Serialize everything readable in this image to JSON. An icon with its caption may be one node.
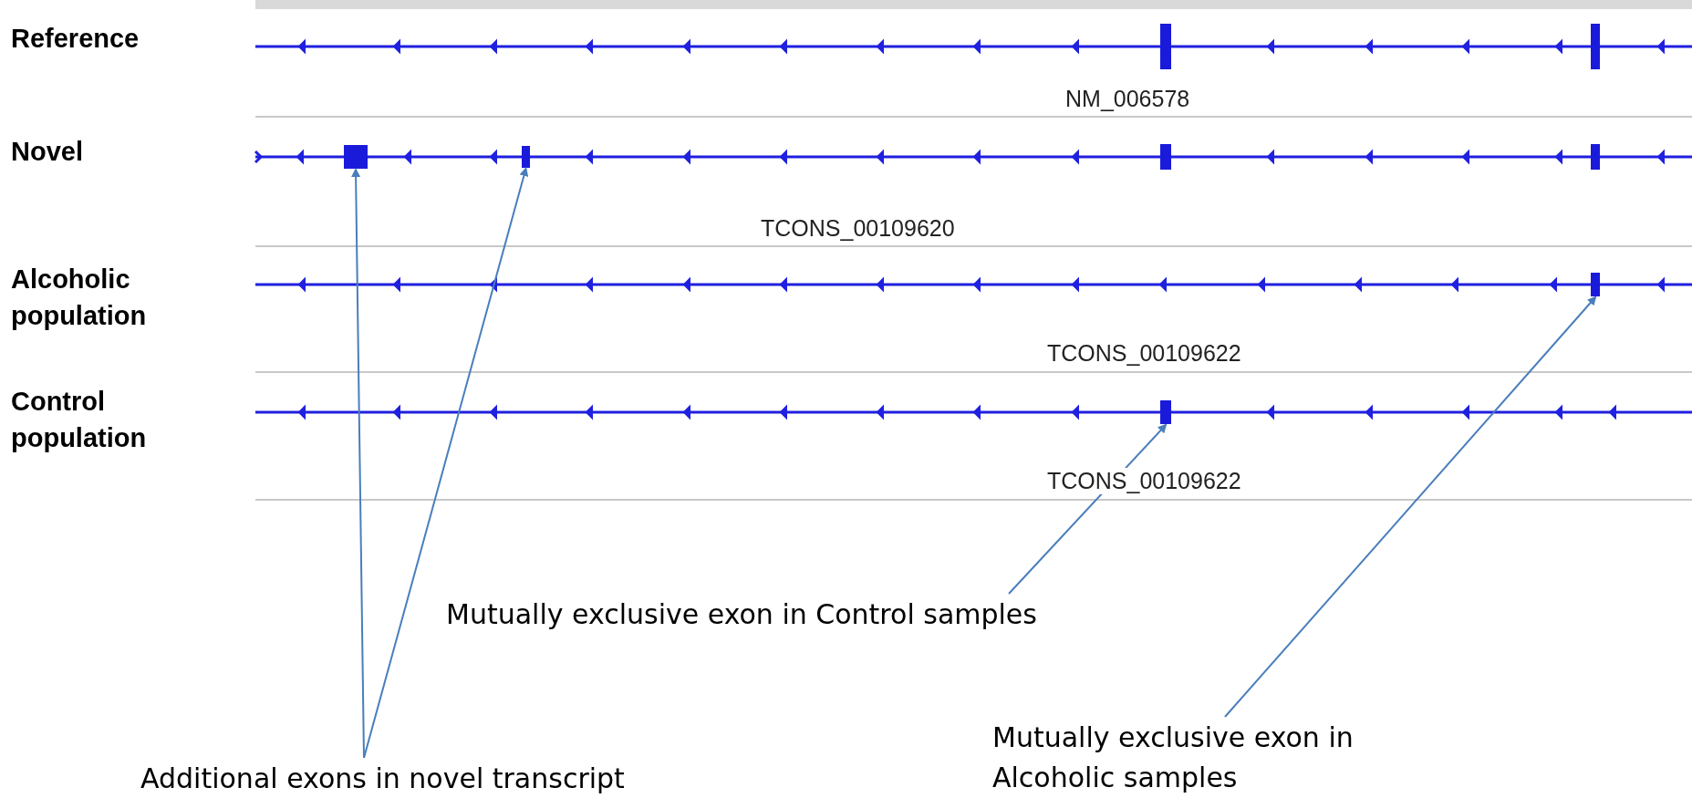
{
  "diagram": {
    "nodes": [
      {
        "text": [
          "Additional exons in novel transcript"
        ]
      },
      {
        "text": [],
        "shape": "bar"
      },
      {
        "text": [],
        "shape": "bar"
      },
      {
        "text": [
          "Mutually exclusive exon in Control samples"
        ]
      },
      {
        "text": [],
        "shape": "bar"
      },
      {
        "text": [
          "Mutually exclusive exon in Alcoholic samples"
        ]
      },
      {
        "text": [],
        "shape": "bar"
      }
    ],
    "edges": [
      {
        "from": 0,
        "to": 1,
        "arrow": "to"
      },
      {
        "from": 0,
        "to": 2,
        "arrow": "to"
      },
      {
        "from": 3,
        "to": 4,
        "arrow": "to"
      },
      {
        "from": 5,
        "to": 6,
        "arrow": "to"
      }
    ],
    "labels": [
      "Reference",
      "NM_006578",
      "Novel",
      "TCONS_00109620",
      "Alcoholic population",
      "TCONS_00109622",
      "Control population",
      "TCONS_00109622"
    ]
  }
}
